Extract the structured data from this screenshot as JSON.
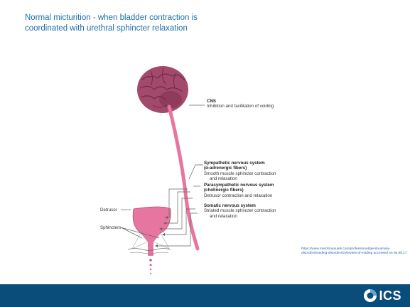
{
  "slide": {
    "title": "Normal micturition - when bladder contraction is coordinated with urethral sphincter relaxation"
  },
  "diagram": {
    "cns": {
      "title": "CNS",
      "desc": "Inhibition and facilitation of voiding"
    },
    "sympathetic": {
      "title": "Sympathetic nervous system",
      "sub": "(α-adrenergic fibers)",
      "desc1": "Smooth muscle sphincter contraction",
      "desc2": "and relaxation"
    },
    "parasympathetic": {
      "title": "Parasympathetic nervous system",
      "sub": "(cholinergic fibers)",
      "desc": "Detrusor contraction and relaxation"
    },
    "somatic": {
      "title": "Somatic nervous system",
      "desc1": "Striated muscle sphincter contraction",
      "desc2": "and relaxation"
    },
    "detrusor_label": "Detrusor",
    "sphincters_label": "Sphincters",
    "colors": {
      "organ": "#e6759f",
      "organ_dark": "#b14f78",
      "brain": "#a34a6c",
      "line": "#666666"
    }
  },
  "source": {
    "text": "https://www.merckmanuals.com/professional/genitourinary-disorders/voiding-disorders/overview-of-voiding accessed on 05.09.17"
  },
  "footer": {
    "logo_text": "ICS",
    "color": "#0b4d7a"
  }
}
